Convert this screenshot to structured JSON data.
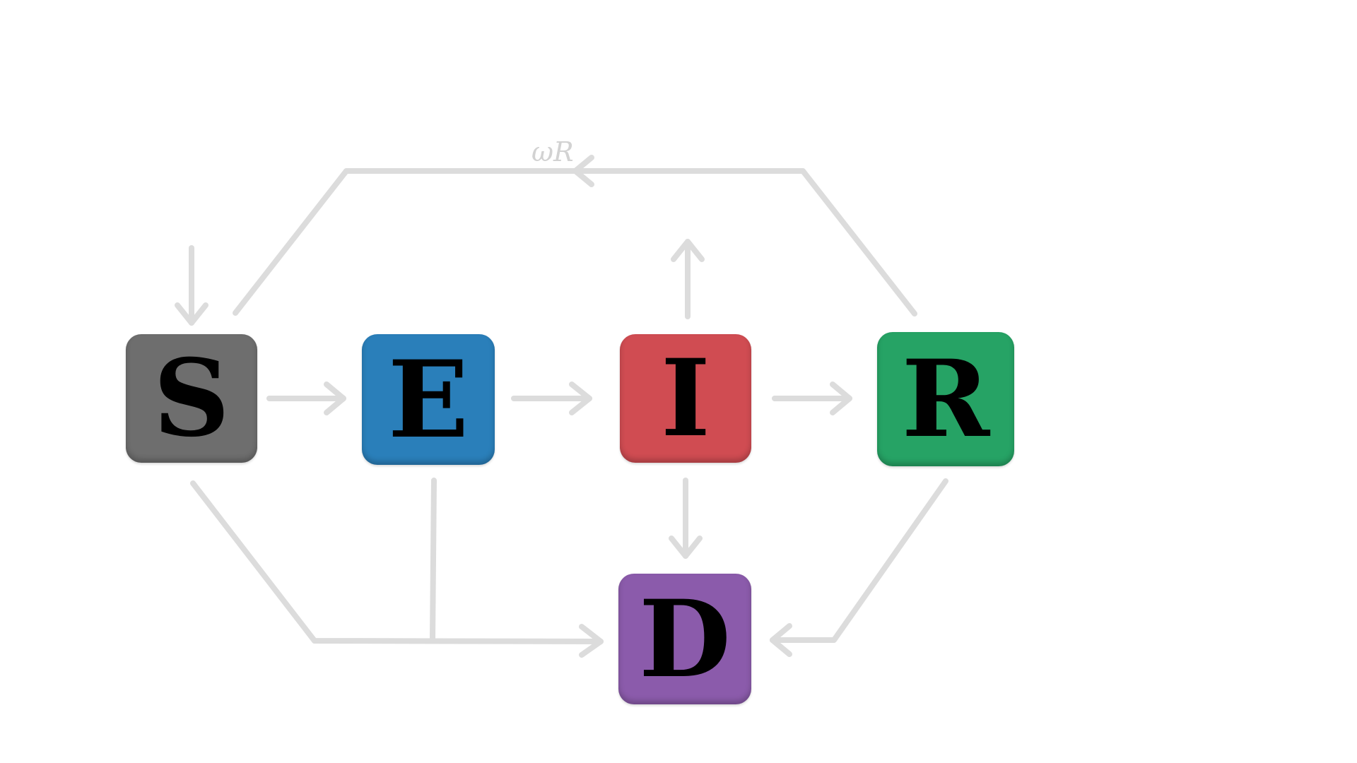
{
  "diagram": {
    "nodes": [
      {
        "id": "S",
        "label": "S",
        "color": "#6e6e6e"
      },
      {
        "id": "E",
        "label": "E",
        "color": "#2a7fba"
      },
      {
        "id": "I",
        "label": "I",
        "color": "#d04c52"
      },
      {
        "id": "R",
        "label": "R",
        "color": "#26a365"
      },
      {
        "id": "D",
        "label": "D",
        "color": "#8b5bab"
      }
    ],
    "edges": [
      {
        "from": "inflow",
        "to": "S"
      },
      {
        "from": "S",
        "to": "E"
      },
      {
        "from": "E",
        "to": "I"
      },
      {
        "from": "I",
        "to": "R"
      },
      {
        "from": "R",
        "to": "S",
        "label": "ωR"
      },
      {
        "from": "I",
        "to": "outflow"
      },
      {
        "from": "I",
        "to": "D"
      },
      {
        "from": "S",
        "to": "D"
      },
      {
        "from": "E",
        "to": "D"
      },
      {
        "from": "R",
        "to": "D"
      }
    ],
    "edge_color": "#dcdcdc"
  }
}
